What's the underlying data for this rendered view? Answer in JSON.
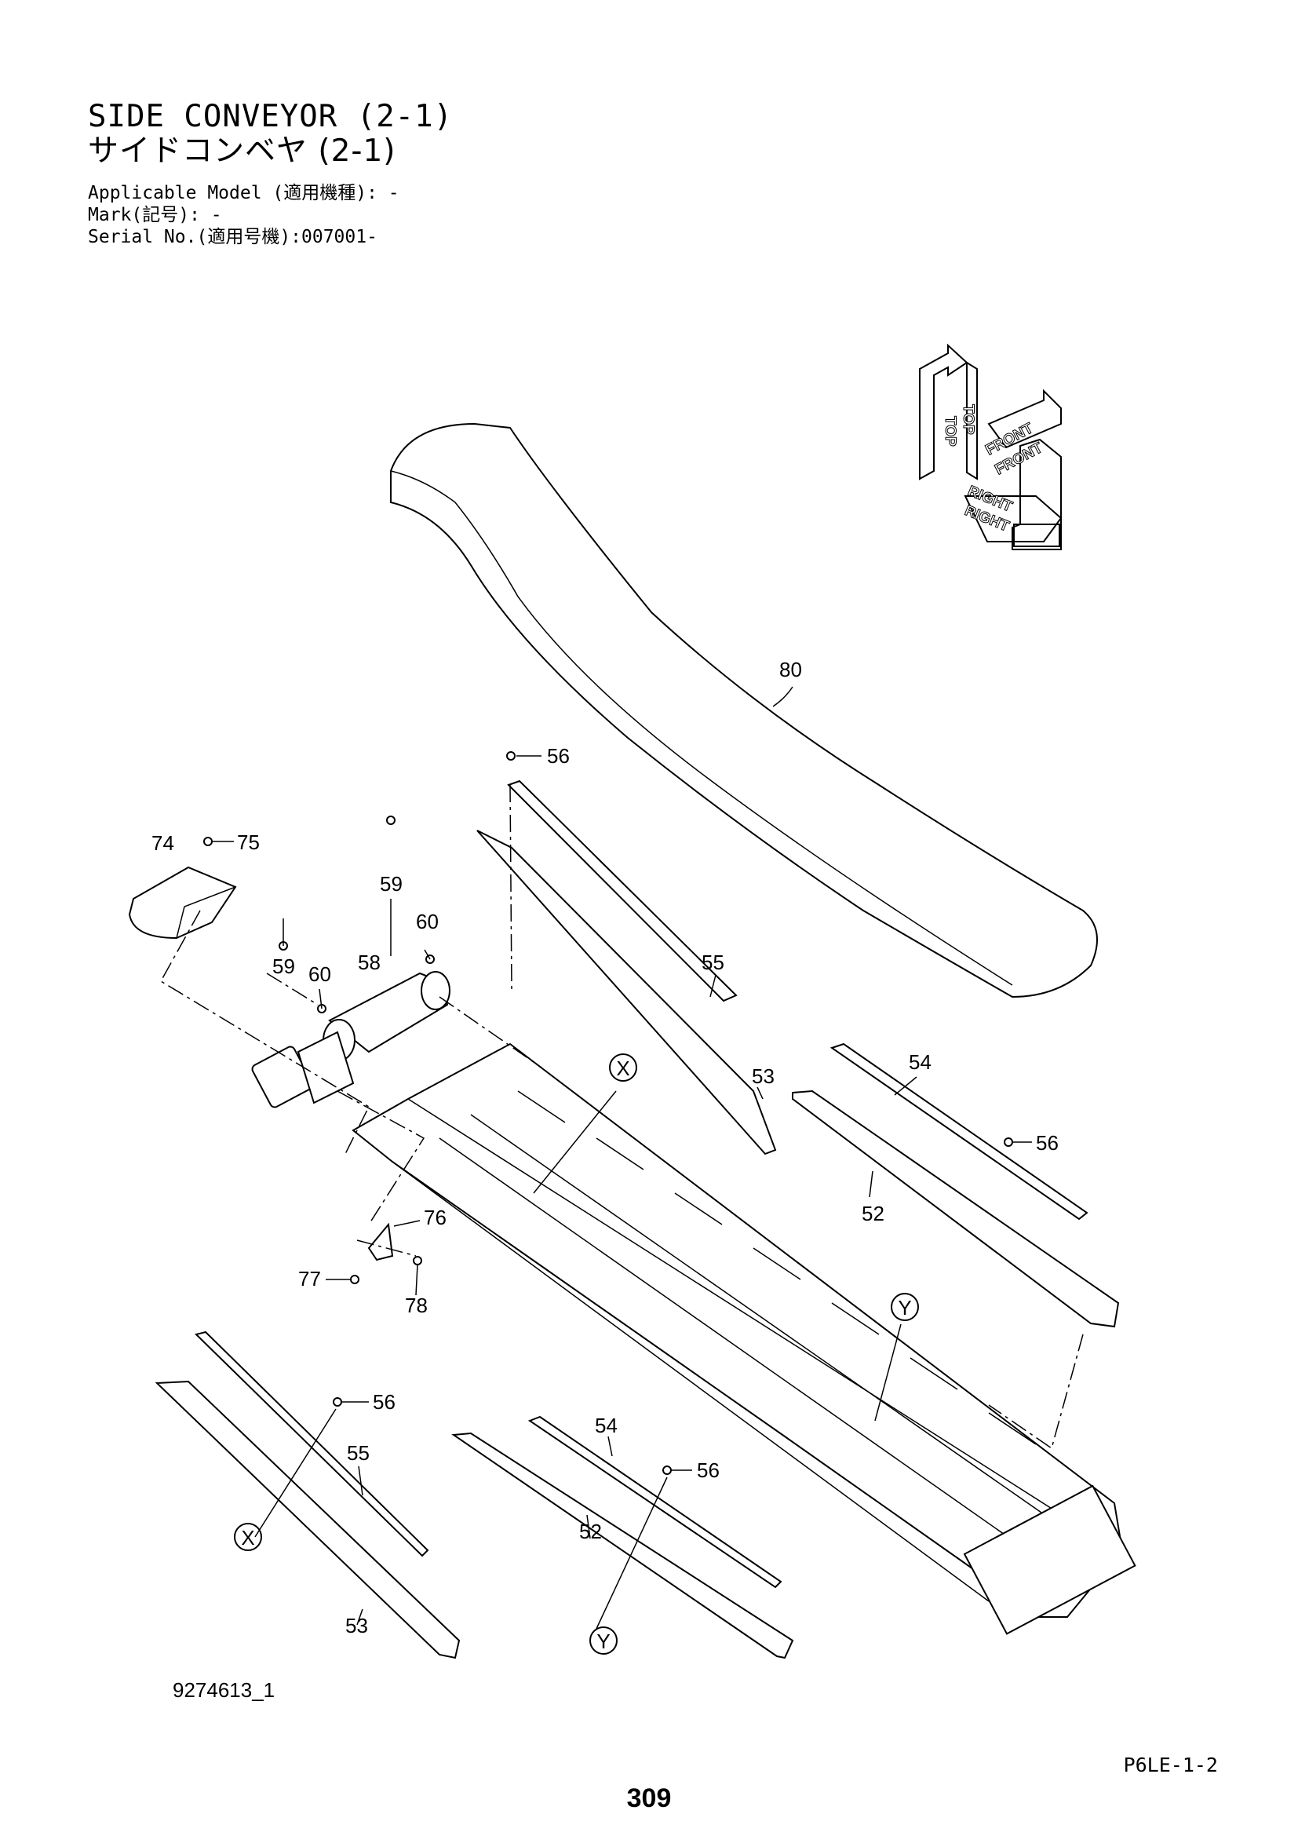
{
  "header": {
    "title_en": "SIDE CONVEYOR (2-1)",
    "title_ja": "サイドコンベヤ (2-1)",
    "applicable_model": "Applicable Model (適用機種): -",
    "mark": "Mark(記号): -",
    "serial_no": "Serial No.(適用号機):007001-"
  },
  "orientation": {
    "top": "TOP",
    "front": "FRONT",
    "right": "RIGHT"
  },
  "callouts": {
    "c80": "80",
    "c56a": "56",
    "c74": "74",
    "c75": "75",
    "c59a": "59",
    "c60a": "60",
    "c59b": "59",
    "c60b": "60",
    "c58": "58",
    "c55a": "55",
    "c53a": "53",
    "c54a": "54",
    "c56b": "56",
    "c52a": "52",
    "c76": "76",
    "c77": "77",
    "c78": "78",
    "c56c": "56",
    "c55b": "55",
    "c53b": "53",
    "c54b": "54",
    "c56d": "56",
    "c52b": "52"
  },
  "references": {
    "x": "X",
    "y": "Y"
  },
  "footer": {
    "illustration_no": "9274613_1",
    "section_code": "P6LE-1-2",
    "page_number": "309"
  }
}
